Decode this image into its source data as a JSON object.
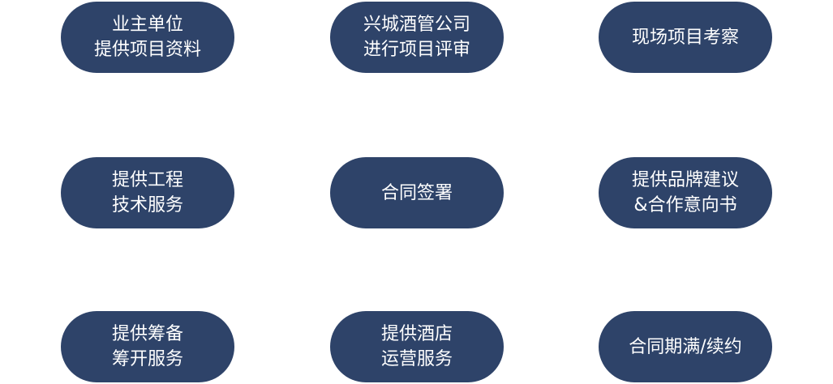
{
  "nodes": [
    {
      "id": "owner-provides-data",
      "lines": [
        "业主单位",
        "提供项目资料"
      ]
    },
    {
      "id": "xingcheng-review",
      "lines": [
        "兴城酒管公司",
        "进行项目评审"
      ]
    },
    {
      "id": "site-inspection",
      "lines": [
        "现场项目考察"
      ]
    },
    {
      "id": "engineering-support",
      "lines": [
        "提供工程",
        "技术服务"
      ]
    },
    {
      "id": "contract-signing",
      "lines": [
        "合同签署"
      ]
    },
    {
      "id": "brand-proposal",
      "lines": [
        "提供品牌建议",
        "&合作意向书"
      ]
    },
    {
      "id": "preparation-service",
      "lines": [
        "提供筹备",
        "筹开服务"
      ]
    },
    {
      "id": "hotel-operation",
      "lines": [
        "提供酒店",
        "运营服务"
      ]
    },
    {
      "id": "contract-renewal",
      "lines": [
        "合同期满/续约"
      ]
    }
  ],
  "colors": {
    "node_fill": "#2e4369",
    "node_text": "#ffffff",
    "background": "#ffffff"
  }
}
